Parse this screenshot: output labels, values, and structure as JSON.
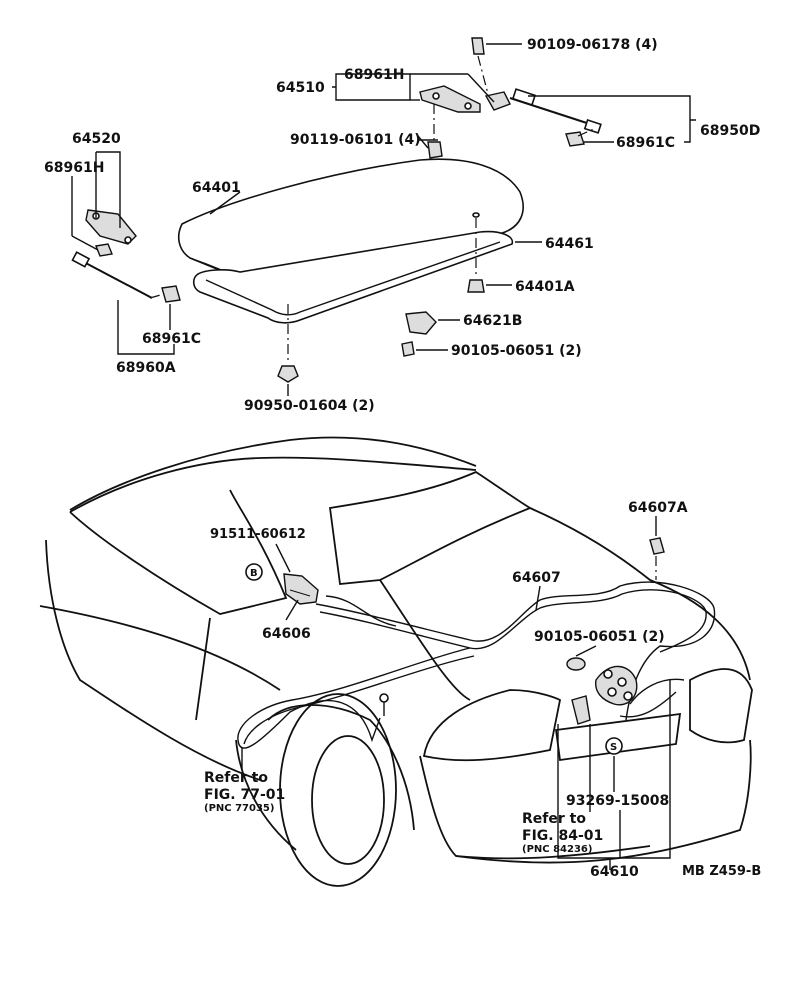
{
  "labels": {
    "p90109_06178": "90109-06178 (4)",
    "p68961H_top": "68961H",
    "p64510": "64510",
    "p90119_06101": "90119-06101 (4)",
    "p68961C_top": "68961C",
    "p68950D": "68950D",
    "p64520": "64520",
    "p68961H_left": "68961H",
    "p64401": "64401",
    "p64461": "64461",
    "p64401A": "64401A",
    "p64621B": "64621B",
    "p90105_06051_top": "90105-06051 (2)",
    "p68961C_left": "68961C",
    "p68960A": "68960A",
    "p90950_01604": "90950-01604 (2)",
    "p64607A": "64607A",
    "p91511_60612": "91511-60612",
    "p64607": "64607",
    "p64606": "64606",
    "p90105_06051_bot": "90105-06051 (2)",
    "refer1_a": "Refer to",
    "refer1_b": "FIG. 77-01",
    "refer1_c": "(PNC 77035)",
    "p93269_15008": "93269-15008",
    "refer2_a": "Refer to",
    "refer2_b": "FIG. 84-01",
    "refer2_c": "(PNC 84236)",
    "p64610": "64610",
    "diagram_code": "MB Z459-B",
    "circle_b": "B",
    "circle_s": "S"
  }
}
